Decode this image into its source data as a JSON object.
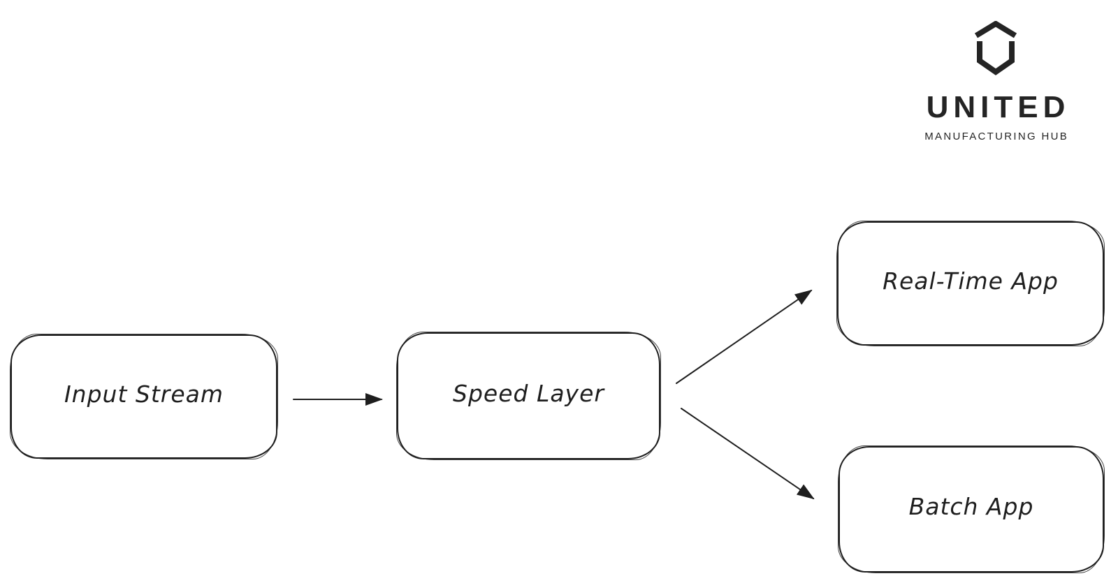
{
  "colors": {
    "background": "#ffffff",
    "ink": "#1e1e1e",
    "logo_ink": "#242424"
  },
  "logo": {
    "icon": "hexagon-icon",
    "title": "UNITED",
    "subtitle": "MANUFACTURING HUB"
  },
  "diagram": {
    "type": "flowchart",
    "nodes": [
      {
        "id": "input-stream",
        "label": "Input Stream"
      },
      {
        "id": "speed-layer",
        "label": "Speed Layer"
      },
      {
        "id": "real-time-app",
        "label": "Real-Time App"
      },
      {
        "id": "batch-app",
        "label": "Batch App"
      }
    ],
    "edges": [
      {
        "from": "Input Stream",
        "to": "Speed Layer"
      },
      {
        "from": "Speed Layer",
        "to": "Real-Time App"
      },
      {
        "from": "Speed Layer",
        "to": "Batch App"
      }
    ]
  }
}
